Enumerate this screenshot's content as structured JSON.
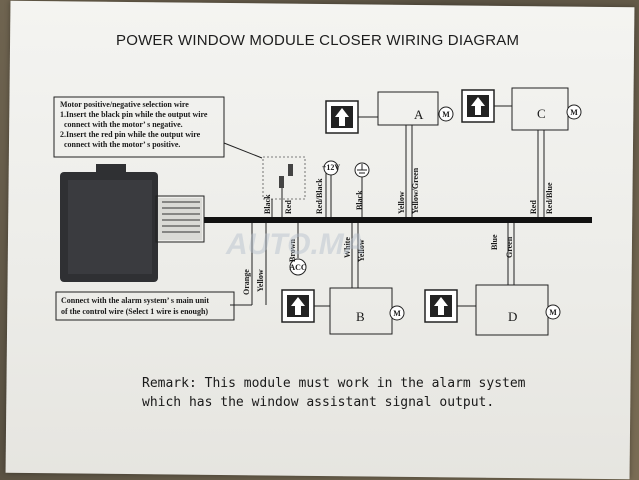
{
  "title": "POWER WINDOW MODULE CLOSER WIRING DIAGRAM",
  "note_top": {
    "lines": [
      "Motor positive/negative selection wire",
      "1.Insert the black pin while the output wire",
      "  connect with the motor’ s negative.",
      "2.Insert the red pin while the output wire",
      "  connect with the motor’ s positive."
    ]
  },
  "note_bottom": {
    "lines": [
      "Connect with the alarm system’ s main unit",
      "of the control wire (Select 1 wire is enough)"
    ]
  },
  "switches": {
    "A": "A",
    "B": "B",
    "C": "C",
    "D": "D"
  },
  "motor_symbol": "M",
  "wires": {
    "orange": "Orange",
    "yellow": "Yellow",
    "black": "Black",
    "red": "Red",
    "brown": "Brown",
    "red_black": "Red/Black",
    "white": "White",
    "black2": "Black",
    "yellow2": "Yellow",
    "yellow_green": "Yellow/Green",
    "blue": "Blue",
    "green": "Green",
    "red2": "Red",
    "red_blue": "Red/Blue"
  },
  "terminals": {
    "acc": "ACC",
    "plus12v": "+12V"
  },
  "watermark": "AUTO.MA",
  "remark": {
    "line1": "Remark: This module must work in the alarm system",
    "line2": "which has the window assistant signal output."
  }
}
